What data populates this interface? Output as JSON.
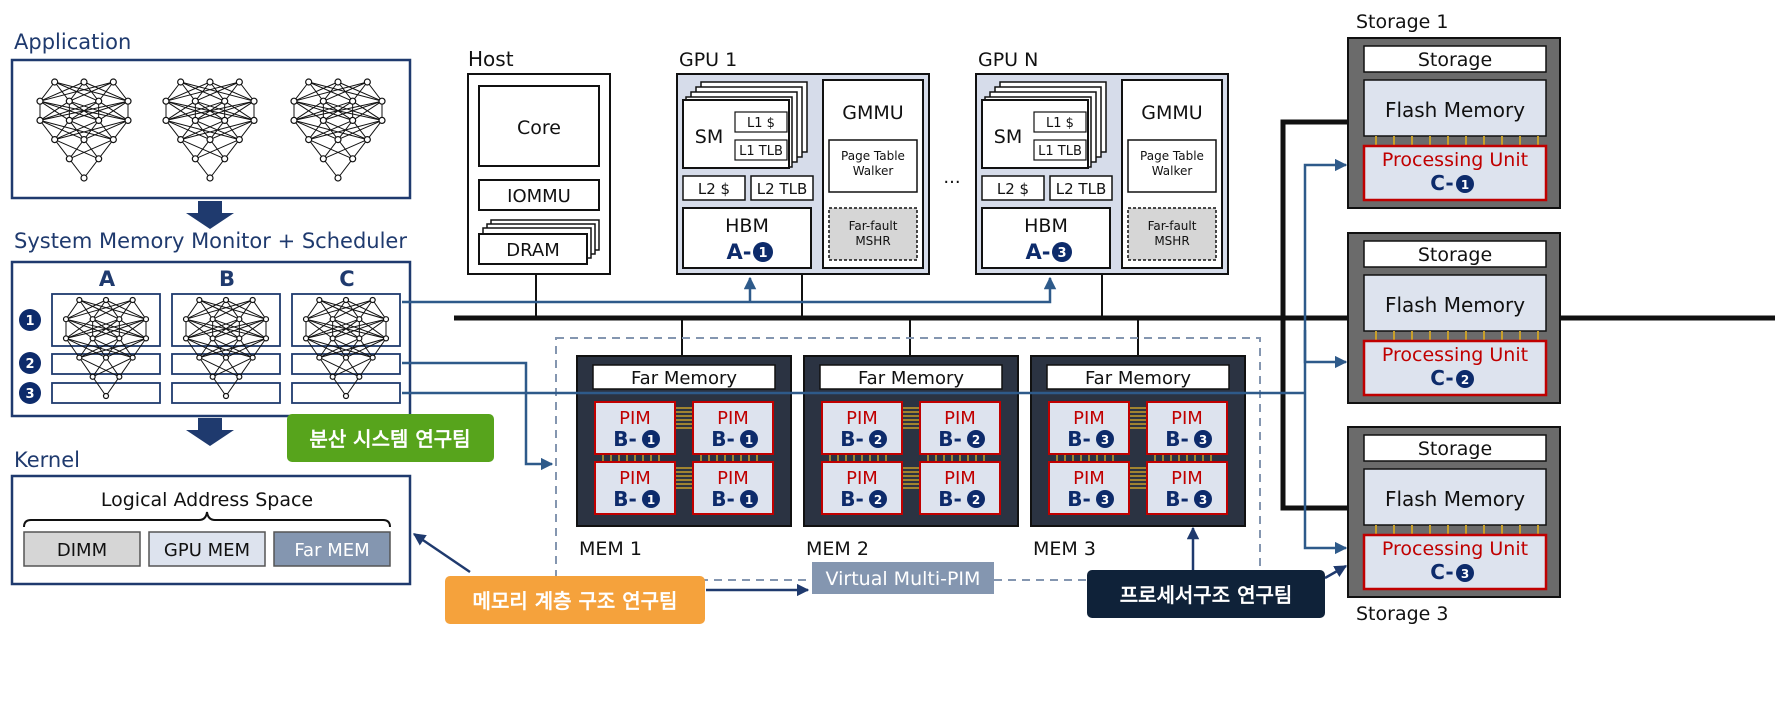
{
  "application": {
    "title": "Application"
  },
  "scheduler": {
    "title": "System Memory Monitor + Scheduler",
    "columns": [
      "A",
      "B",
      "C"
    ],
    "rows": [
      "1",
      "2",
      "3"
    ]
  },
  "kernel": {
    "title": "Kernel",
    "address_space": "Logical Address Space",
    "regions": [
      "DIMM",
      "GPU MEM",
      "Far MEM"
    ]
  },
  "host": {
    "title": "Host",
    "core": "Core",
    "iommu": "IOMMU",
    "dram": "DRAM"
  },
  "gpus": [
    {
      "title": "GPU 1",
      "sm": "SM",
      "l1_cache": "L1 $",
      "l1_tlb": "L1 TLB",
      "l2_cache": "L2 $",
      "l2_tlb": "L2 TLB",
      "gmmu": "GMMU",
      "ptw": "Page Table Walker",
      "far_fault": "Far-fault MSHR",
      "hbm": "HBM",
      "hbm_id": "A-",
      "hbm_num": "1"
    },
    {
      "title": "GPU N",
      "sm": "SM",
      "l1_cache": "L1 $",
      "l1_tlb": "L1 TLB",
      "l2_cache": "L2 $",
      "l2_tlb": "L2 TLB",
      "gmmu": "GMMU",
      "ptw": "Page Table Walker",
      "far_fault": "Far-fault MSHR",
      "hbm": "HBM",
      "hbm_id": "A-",
      "hbm_num": "3"
    }
  ],
  "gpu_ellipsis": "...",
  "memories": [
    {
      "title": "Far Memory",
      "label": "MEM 1",
      "pim": "PIM",
      "id": "B-",
      "num": "1"
    },
    {
      "title": "Far Memory",
      "label": "MEM 2",
      "pim": "PIM",
      "id": "B-",
      "num": "2"
    },
    {
      "title": "Far Memory",
      "label": "MEM 3",
      "pim": "PIM",
      "id": "B-",
      "num": "3"
    }
  ],
  "virtual_pim": "Virtual Multi-PIM",
  "storages": [
    {
      "outer_label": "Storage 1",
      "title": "Storage",
      "flash": "Flash Memory",
      "unit": "Processing Unit",
      "id": "C-",
      "num": "1"
    },
    {
      "outer_label": "",
      "title": "Storage",
      "flash": "Flash Memory",
      "unit": "Processing Unit",
      "id": "C-",
      "num": "2"
    },
    {
      "outer_label": "Storage 3",
      "title": "Storage",
      "flash": "Flash Memory",
      "unit": "Processing Unit",
      "id": "C-",
      "num": "3"
    }
  ],
  "teams": {
    "distributed": "분산 시스템 연구팀",
    "memory": "메모리 계층 구조 연구팀",
    "processor": "프로세서구조 연구팀"
  },
  "colors": {
    "navy": "#1f3a6e",
    "dark_navy": "#0d2b6b",
    "arrow_blue": "#2e5a8a",
    "mem_bg": "#2b3342",
    "pim_red": "#c00000",
    "team_green": "#57a41c",
    "team_orange": "#f5a23c",
    "team_dark": "#0f2239",
    "storage_gray": "#6b6b6b",
    "pale_blue": "#dde3ee",
    "far_mem_blue": "#8496b0"
  }
}
